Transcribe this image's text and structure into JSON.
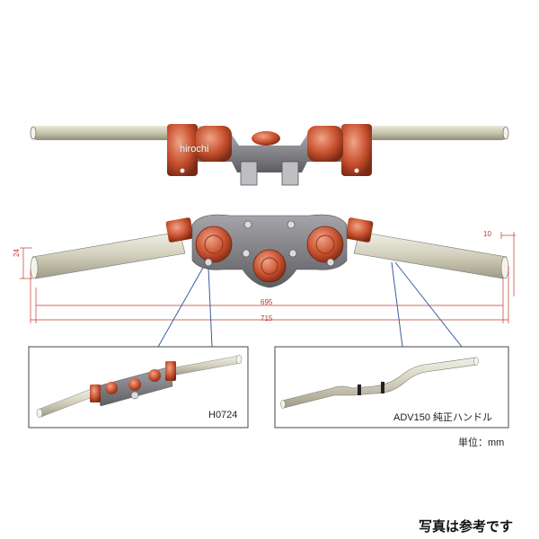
{
  "watermark": "hirochi",
  "dimensions": {
    "height_offset": "24",
    "end_length": "10",
    "inner_width": "695",
    "overall_width": "715"
  },
  "insets": {
    "left_label": "H0724",
    "right_label": "ADV150 純正ハンドル"
  },
  "unit_label": "単位：mm",
  "footer_note": "写真は参考です",
  "colors": {
    "bar": "#c8c6ae",
    "clamp": "#c8502e",
    "bridge": "#7c7c80",
    "dimension": "#c0392b",
    "leader": "#3a5fa0"
  }
}
